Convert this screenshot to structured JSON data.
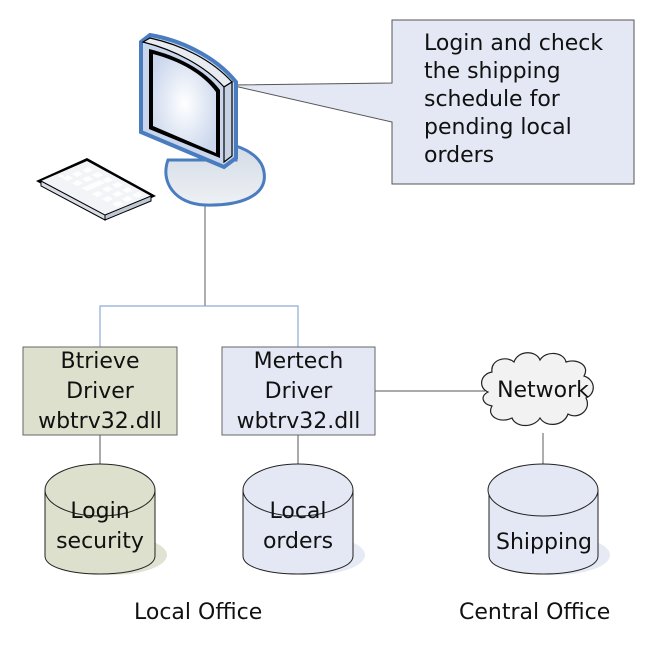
{
  "callout": {
    "lines": [
      "Login and check",
      "the shipping",
      "schedule for",
      "pending local",
      "orders"
    ]
  },
  "nodes": {
    "workstation": {
      "icon": "computer-workstation-icon",
      "parts": [
        "monitor",
        "keyboard"
      ]
    },
    "btrieve_driver": {
      "lines": [
        "Btrieve",
        "Driver",
        "wbtrv32.dll"
      ],
      "fill": "#dde0cc"
    },
    "mertech_driver": {
      "lines": [
        "Mertech",
        "Driver",
        "wbtrv32.dll"
      ],
      "fill": "#e3e8f4"
    },
    "network": {
      "label": "Network",
      "fill": "#f2f2f2"
    },
    "login_security_db": {
      "lines": [
        "Login",
        "security"
      ],
      "fill": "#dde0cc"
    },
    "local_orders_db": {
      "lines": [
        "Local",
        "orders"
      ],
      "fill": "#e3e8f4"
    },
    "shipping_db": {
      "lines": [
        "Shipping"
      ],
      "fill": "#e3e8f4"
    }
  },
  "sections": {
    "local": "Local Office",
    "central": "Central Office"
  },
  "colors": {
    "monitor_outline": "#4a7cc0",
    "connector_blue": "#8eaad8",
    "connector_gray": "#777777",
    "callout_fill": "#e3e8f4"
  }
}
